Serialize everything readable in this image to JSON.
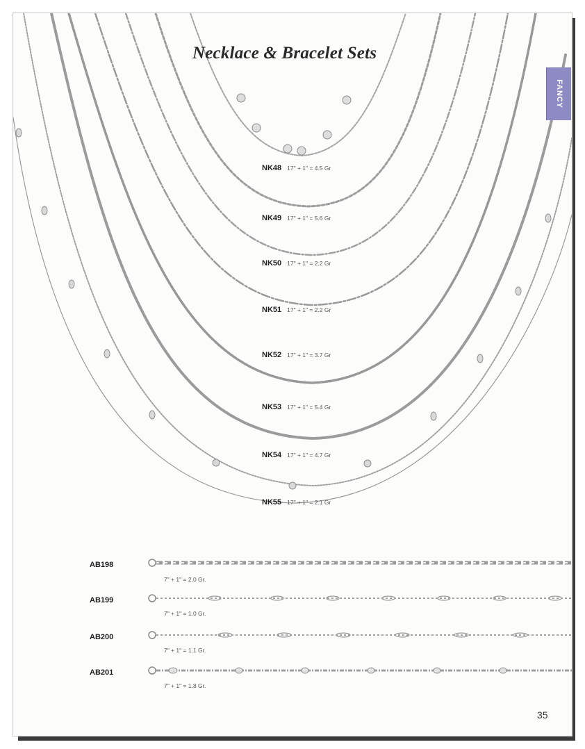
{
  "title": "Necklace & Bracelet Sets",
  "category_tab": "FANCY",
  "page_number": "35",
  "necklaces": [
    {
      "code": "NK48",
      "spec": "17\" + 1\" = 4.5 Gr"
    },
    {
      "code": "NK49",
      "spec": "17\" + 1\" = 5.6 Gr"
    },
    {
      "code": "NK50",
      "spec": "17\" + 1\" = 2.2 Gr"
    },
    {
      "code": "NK51",
      "spec": "17\" + 1\" = 2.2 Gr"
    },
    {
      "code": "NK52",
      "spec": "17\" + 1\" = 3.7 Gr"
    },
    {
      "code": "NK53",
      "spec": "17\" + 1\" = 5.4 Gr"
    },
    {
      "code": "NK54",
      "spec": "17\" + 1\" = 4.7 Gr"
    },
    {
      "code": "NK55",
      "spec": "17\" + 1\" = 2.1 Gr"
    }
  ],
  "bracelets": [
    {
      "code": "AB198",
      "spec": "7\" + 1\" = 2.0 Gr."
    },
    {
      "code": "AB199",
      "spec": "7\" + 1\" = 1.0 Gr."
    },
    {
      "code": "AB200",
      "spec": "7\" + 1\" = 1.1 Gr."
    },
    {
      "code": "AB201",
      "spec": "7\" + 1\" = 1.8 Gr."
    }
  ],
  "colors": {
    "tab": "#8e8bc4",
    "chain": "#9a9a9a",
    "chain_highlight": "#e6e6e6"
  }
}
